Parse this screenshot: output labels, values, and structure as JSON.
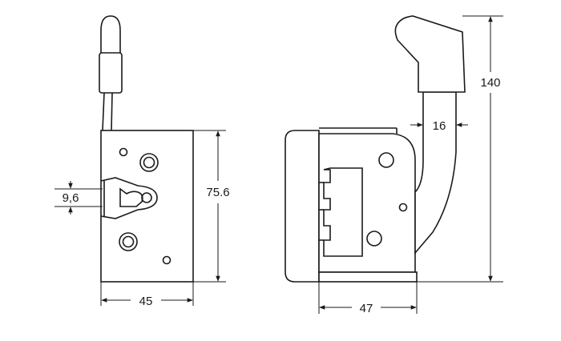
{
  "views": {
    "front": {
      "width_dim": "45",
      "height_dim": "75.6",
      "slot_dim": "9,6"
    },
    "side": {
      "width_dim": "47",
      "total_height_dim": "140",
      "lever_dim": "16"
    }
  }
}
